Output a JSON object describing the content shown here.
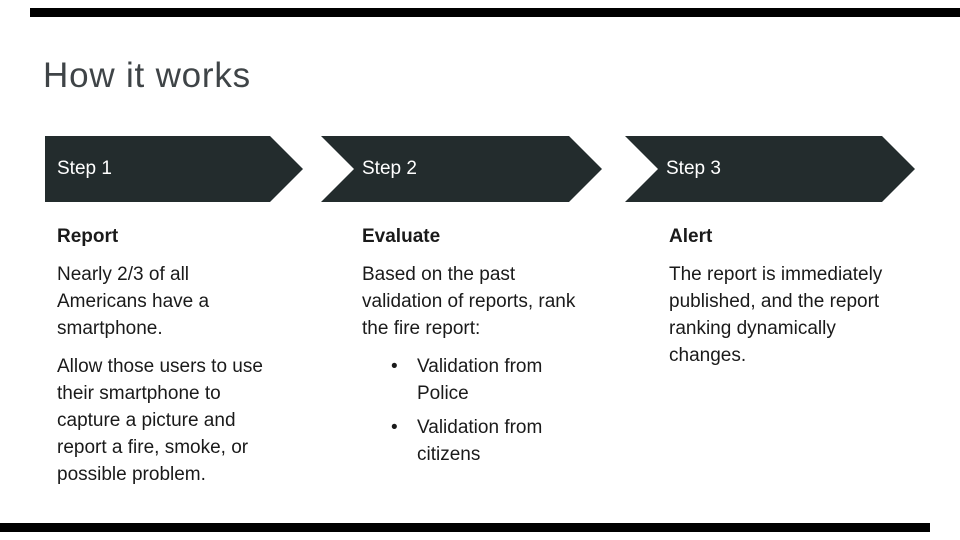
{
  "slide": {
    "title": "How it works",
    "colors": {
      "bar": "#000000",
      "chevron": "#232c2d",
      "title_text": "#3f4447",
      "body_text": "#1a1a1a",
      "step_label": "#ffffff"
    },
    "steps": [
      {
        "label": "Step 1"
      },
      {
        "label": "Step 2"
      },
      {
        "label": "Step 3"
      }
    ],
    "columns": [
      {
        "heading": "Report",
        "paragraphs": [
          {
            "lines": [
              "Nearly 2/3 of all",
              "Americans have a",
              "smartphone."
            ]
          },
          {
            "lines": [
              "Allow those users to use",
              "their smartphone to",
              "capture a picture and",
              "report a fire, smoke, or",
              "possible problem."
            ]
          }
        ]
      },
      {
        "heading": "Evaluate",
        "paragraphs": [
          {
            "lines": [
              "Based on the past",
              "validation of reports, rank",
              "the fire report:"
            ]
          }
        ],
        "bullet_char": "•",
        "bullets": [
          {
            "lines": [
              "Validation from",
              "Police"
            ]
          },
          {
            "lines": [
              "Validation from",
              "citizens"
            ]
          }
        ]
      },
      {
        "heading": "Alert",
        "paragraphs": [
          {
            "lines": [
              "The report is immediately",
              "published, and the report",
              "ranking dynamically",
              "changes."
            ]
          }
        ]
      }
    ]
  }
}
